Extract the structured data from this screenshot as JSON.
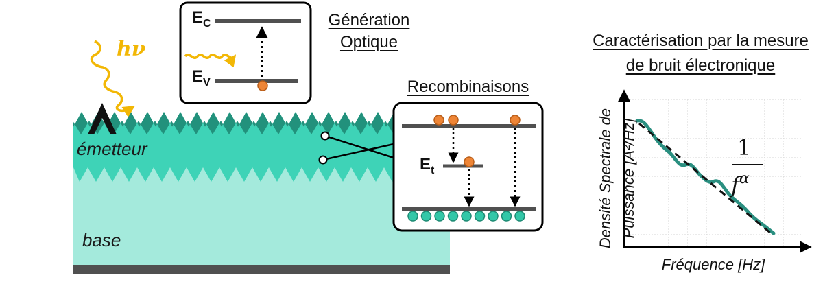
{
  "labels": {
    "generation_line1": "Génération",
    "generation_line2": "Optique",
    "recombinaisons": "Recombinaisons",
    "caracterisation_line1": "Caractérisation par la mesure",
    "caracterisation_line2": "de bruit électronique",
    "emetteur": "émetteur",
    "base": "base",
    "photon": "hν"
  },
  "levels": {
    "ec_main": "E",
    "ec_sub": "C",
    "ev_main": "E",
    "ev_sub": "V",
    "et_main": "E",
    "et_sub": "t"
  },
  "plot": {
    "ylabel_line1": "Densité Spectrale de",
    "ylabel_line2": "Puissance [A²/Hz]",
    "xlabel": "Fréquence [Hz]",
    "fraction_numerator": "1",
    "fraction_denominator": "f",
    "fraction_exponent": "α"
  },
  "colors": {
    "emitter": "#3ed3b7",
    "emitter_dark": "#22917c",
    "base": "#a4eadc",
    "metal": "#505050",
    "electron": "#ee8536",
    "hole": "#33c7a8",
    "photon": "#f2b705",
    "trace": "#2a8f80"
  }
}
